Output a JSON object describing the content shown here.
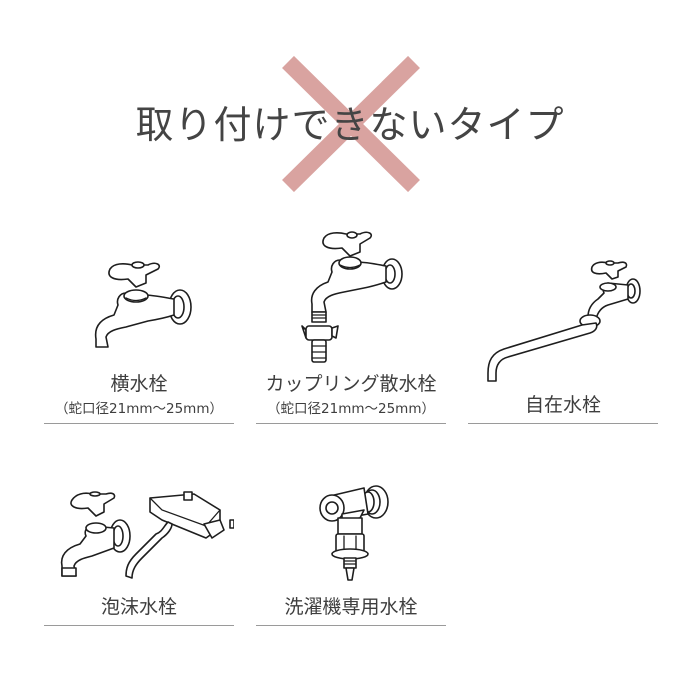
{
  "header": {
    "title": "取り付けできないタイプ",
    "cross_color": "#d9a3a0",
    "cross_icon": "x-mark-icon"
  },
  "items": [
    {
      "label": "横水栓",
      "sublabel": "（蛇口径21mm～25mm）",
      "icon": "horizontal-faucet-icon"
    },
    {
      "label": "カップリング散水栓",
      "sublabel": "（蛇口径21mm～25mm）",
      "icon": "coupling-faucet-icon"
    },
    {
      "label": "自在水栓",
      "sublabel": "",
      "icon": "swivel-spout-faucet-icon"
    },
    {
      "label": "泡沫水栓",
      "sublabel": "",
      "icon": "aerator-faucet-icon"
    },
    {
      "label": "洗濯機専用水栓",
      "sublabel": "",
      "icon": "washing-machine-faucet-icon"
    }
  ],
  "colors": {
    "text": "#3e3e3e",
    "divider": "#9a9a9a",
    "background": "#ffffff"
  }
}
